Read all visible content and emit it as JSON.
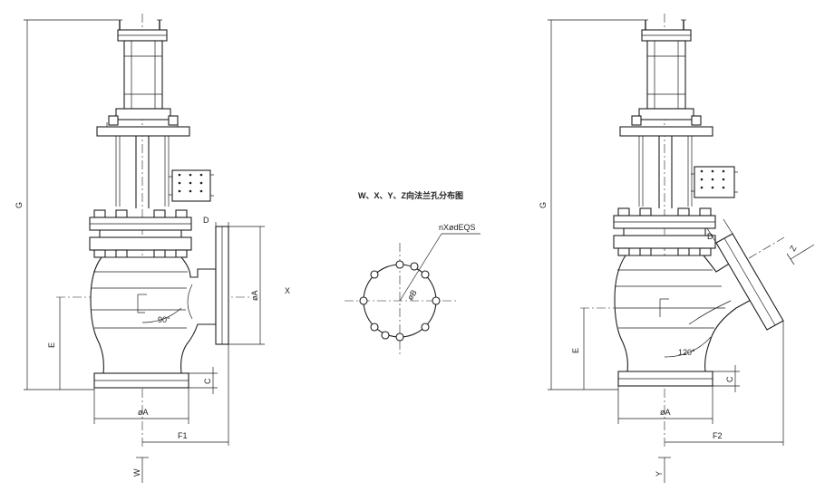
{
  "labels": {
    "left": {
      "g": "G",
      "e": "E",
      "d": "D",
      "c": "C",
      "phi_a_flange": "øA",
      "phi_a_bottom": "øA",
      "f1": "F1",
      "x": "X",
      "w": "W",
      "angle": "90°"
    },
    "center": {
      "title": "W、X、Y、Z向法兰孔分布图",
      "holes": "nXødEQS",
      "bolt_circle": "øB"
    },
    "right": {
      "g": "G",
      "e": "E",
      "d": "D",
      "c": "C",
      "phi_a_bottom": "øA",
      "f2": "F2",
      "y": "Y",
      "z": "Z",
      "angle": "120°"
    }
  }
}
